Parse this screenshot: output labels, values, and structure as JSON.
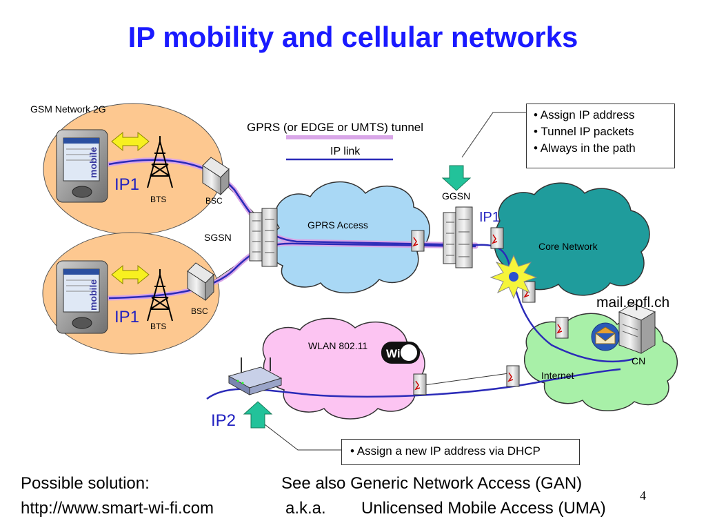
{
  "title": "IP mobility and cellular networks",
  "labels": {
    "gsm_network": "GSM Network 2G",
    "gprs_tunnel": "GPRS (or EDGE or UMTS) tunnel",
    "ip_link": "IP link",
    "bts_top": "BTS",
    "bsc_top": "BSC",
    "bts_bottom": "BTS",
    "bsc_bottom": "BSC",
    "sgsn": "SGSN",
    "ggsn": "GGSN",
    "gprs_access": "GPRS Access",
    "core_network": "Core Network",
    "wlan": "WLAN 802.11",
    "internet": "Internet",
    "mail_server": "mail.epfl.ch",
    "cn": "CN",
    "ip1_phone_top": "IP1",
    "ip1_phone_bottom": "IP1",
    "ip1_ggsn": "IP1",
    "ip2": "IP2",
    "mobile_brand": "mobile",
    "wifi_logo": "Wi Fi"
  },
  "callouts": {
    "ggsn": [
      "• Assign IP address",
      "• Tunnel IP packets",
      "• Always in the path"
    ],
    "dhcp": "• Assign a new IP address via DHCP"
  },
  "footer": {
    "left_line1": "Possible solution:",
    "left_line2": "http://www.smart-wi-fi.com",
    "right_line1": "See also Generic Network Access (GAN)",
    "right_line2_prefix": "a.k.a.",
    "right_line2": "Unlicensed Mobile Access (UMA)"
  },
  "slide_number": "4",
  "colors": {
    "title": "#1a1aff",
    "gsm_cell": "#fdc890",
    "gprs_cloud": "#a9d8f5",
    "core_cloud": "#1f9c9c",
    "wlan_cloud": "#fcc4f2",
    "internet_cloud": "#a8f0a8",
    "tunnel": "#d9a6e8",
    "ip_link": "#2b2bb8"
  }
}
